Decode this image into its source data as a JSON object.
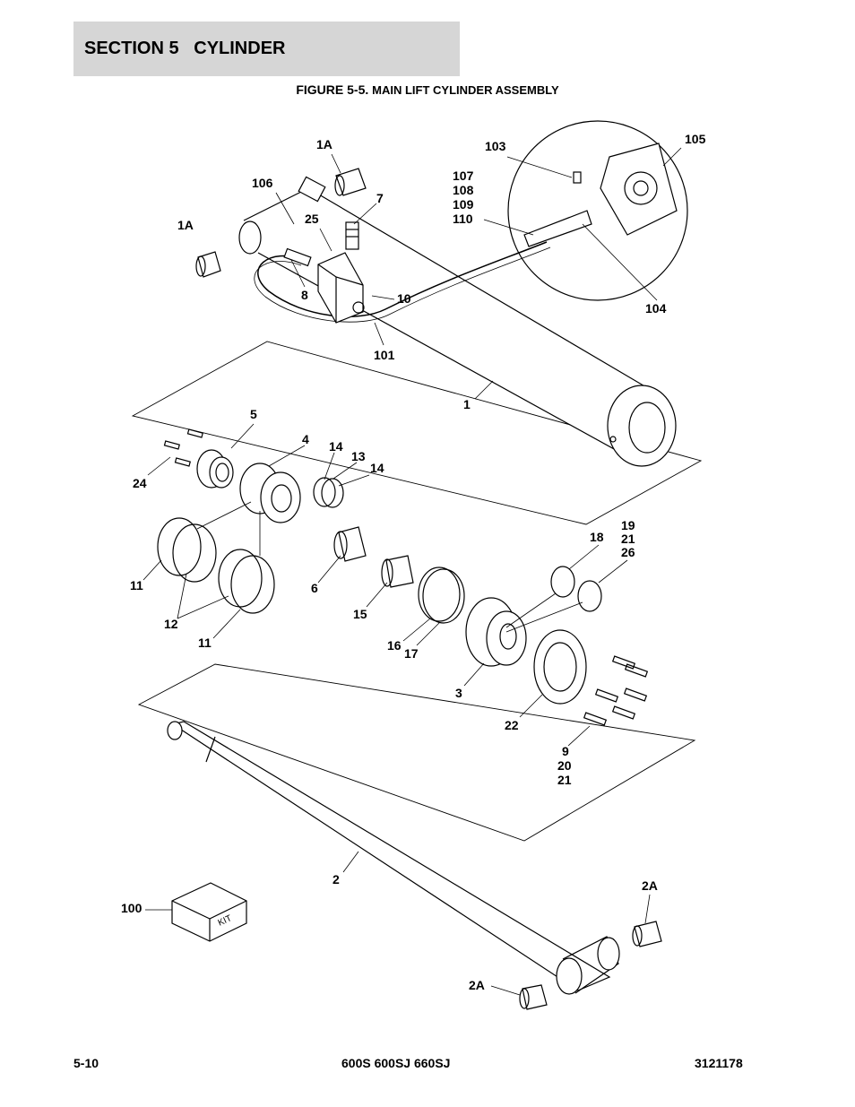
{
  "header": {
    "section_label": "SECTION 5   CYLINDER"
  },
  "figure": {
    "number": "FIGURE 5-5.",
    "caption": "MAIN LIFT CYLINDER ASSEMBLY"
  },
  "callouts": [
    {
      "id": "c1a_top",
      "text": "1A"
    },
    {
      "id": "c103",
      "text": "103"
    },
    {
      "id": "c105",
      "text": "105"
    },
    {
      "id": "c107",
      "text": "107"
    },
    {
      "id": "c108",
      "text": "108"
    },
    {
      "id": "c109",
      "text": "109"
    },
    {
      "id": "c110",
      "text": "110"
    },
    {
      "id": "c106",
      "text": "106"
    },
    {
      "id": "c7",
      "text": "7"
    },
    {
      "id": "c25",
      "text": "25"
    },
    {
      "id": "c1a_left",
      "text": "1A"
    },
    {
      "id": "c8",
      "text": "8"
    },
    {
      "id": "c10",
      "text": "10"
    },
    {
      "id": "c104",
      "text": "104"
    },
    {
      "id": "c101",
      "text": "101"
    },
    {
      "id": "c1",
      "text": "1"
    },
    {
      "id": "c5",
      "text": "5"
    },
    {
      "id": "c4",
      "text": "4"
    },
    {
      "id": "c14a",
      "text": "14"
    },
    {
      "id": "c13",
      "text": "13"
    },
    {
      "id": "c14b",
      "text": "14"
    },
    {
      "id": "c24",
      "text": "24"
    },
    {
      "id": "c19",
      "text": "19"
    },
    {
      "id": "c21a",
      "text": "21"
    },
    {
      "id": "c26",
      "text": "26"
    },
    {
      "id": "c18",
      "text": "18"
    },
    {
      "id": "c11a",
      "text": "11"
    },
    {
      "id": "c6",
      "text": "6"
    },
    {
      "id": "c12",
      "text": "12"
    },
    {
      "id": "c15",
      "text": "15"
    },
    {
      "id": "c11b",
      "text": "11"
    },
    {
      "id": "c16",
      "text": "16"
    },
    {
      "id": "c17",
      "text": "17"
    },
    {
      "id": "c3",
      "text": "3"
    },
    {
      "id": "c22",
      "text": "22"
    },
    {
      "id": "c9",
      "text": "9"
    },
    {
      "id": "c20",
      "text": "20"
    },
    {
      "id": "c21b",
      "text": "21"
    },
    {
      "id": "c2",
      "text": "2"
    },
    {
      "id": "c2a_right",
      "text": "2A"
    },
    {
      "id": "c100",
      "text": "100"
    },
    {
      "id": "c2a_bottom",
      "text": "2A"
    }
  ],
  "kit_label": "KIT",
  "footer": {
    "page": "5-10",
    "models": "600S 600SJ 660SJ",
    "doc_number": "3121178"
  }
}
